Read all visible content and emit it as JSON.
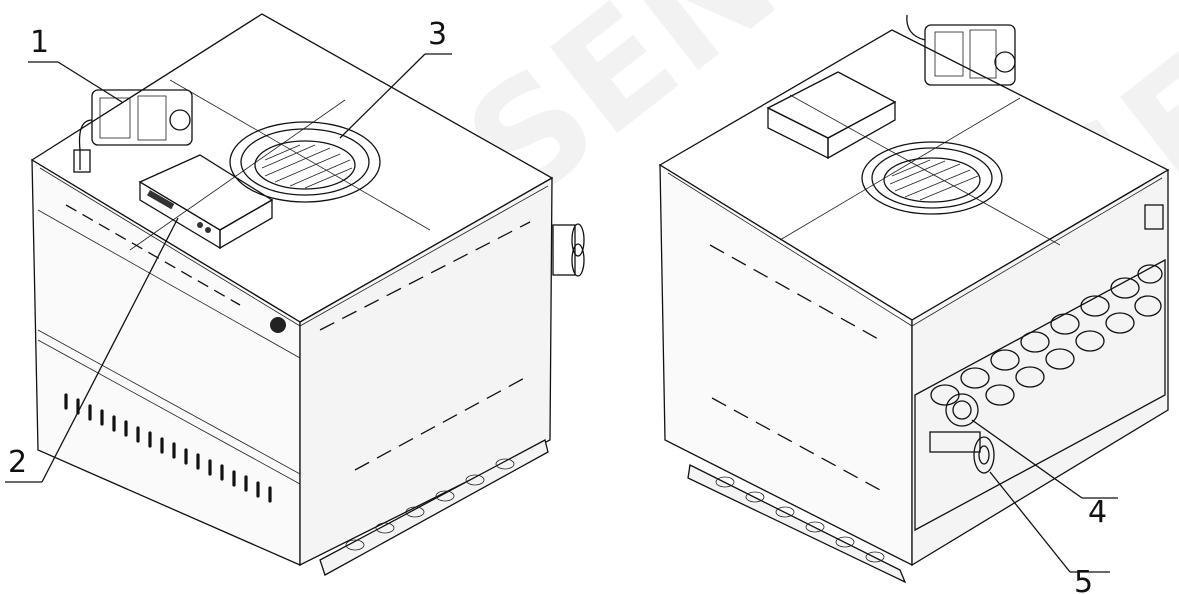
{
  "callouts": [
    {
      "id": "1",
      "label": "1"
    },
    {
      "id": "2",
      "label": "2"
    },
    {
      "id": "3",
      "label": "3"
    },
    {
      "id": "4",
      "label": "4"
    },
    {
      "id": "5",
      "label": "5"
    }
  ],
  "watermark": {
    "text": "ROSSEN RT"
  },
  "colors": {
    "line": "#111111",
    "background": "#ffffff",
    "watermark": "#e9e9e9"
  }
}
